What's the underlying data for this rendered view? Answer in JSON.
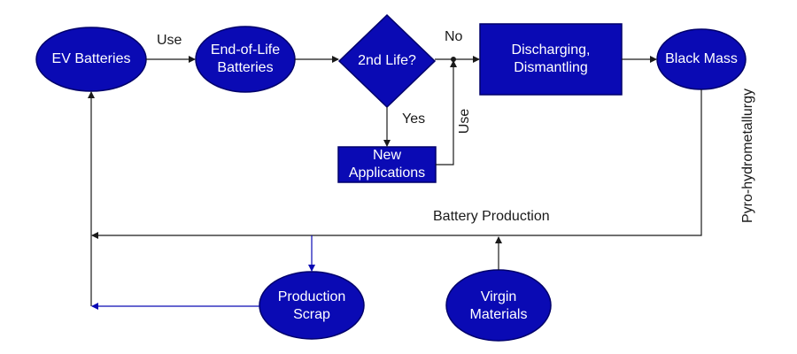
{
  "colors": {
    "node_fill": "#0a0ab4",
    "node_stroke": "#00006b",
    "line_black": "#1a1a1a",
    "line_blue": "#0a0ab4"
  },
  "nodes": {
    "ev_batteries": "EV Batteries",
    "end_of_life": "End-of-Life\nBatteries",
    "second_life": "2nd Life?",
    "discharging": "Discharging,\nDismantling",
    "black_mass": "Black Mass",
    "new_applications": "New\nApplications",
    "production_scrap": "Production\nScrap",
    "virgin_materials": "Virgin\nMaterials"
  },
  "edges": {
    "use_top": "Use",
    "no": "No",
    "yes": "Yes",
    "use_vertical": "Use",
    "battery_production": "Battery Production",
    "pyro_hydrometallurgy": "Pyro-hydrometallurgy"
  }
}
